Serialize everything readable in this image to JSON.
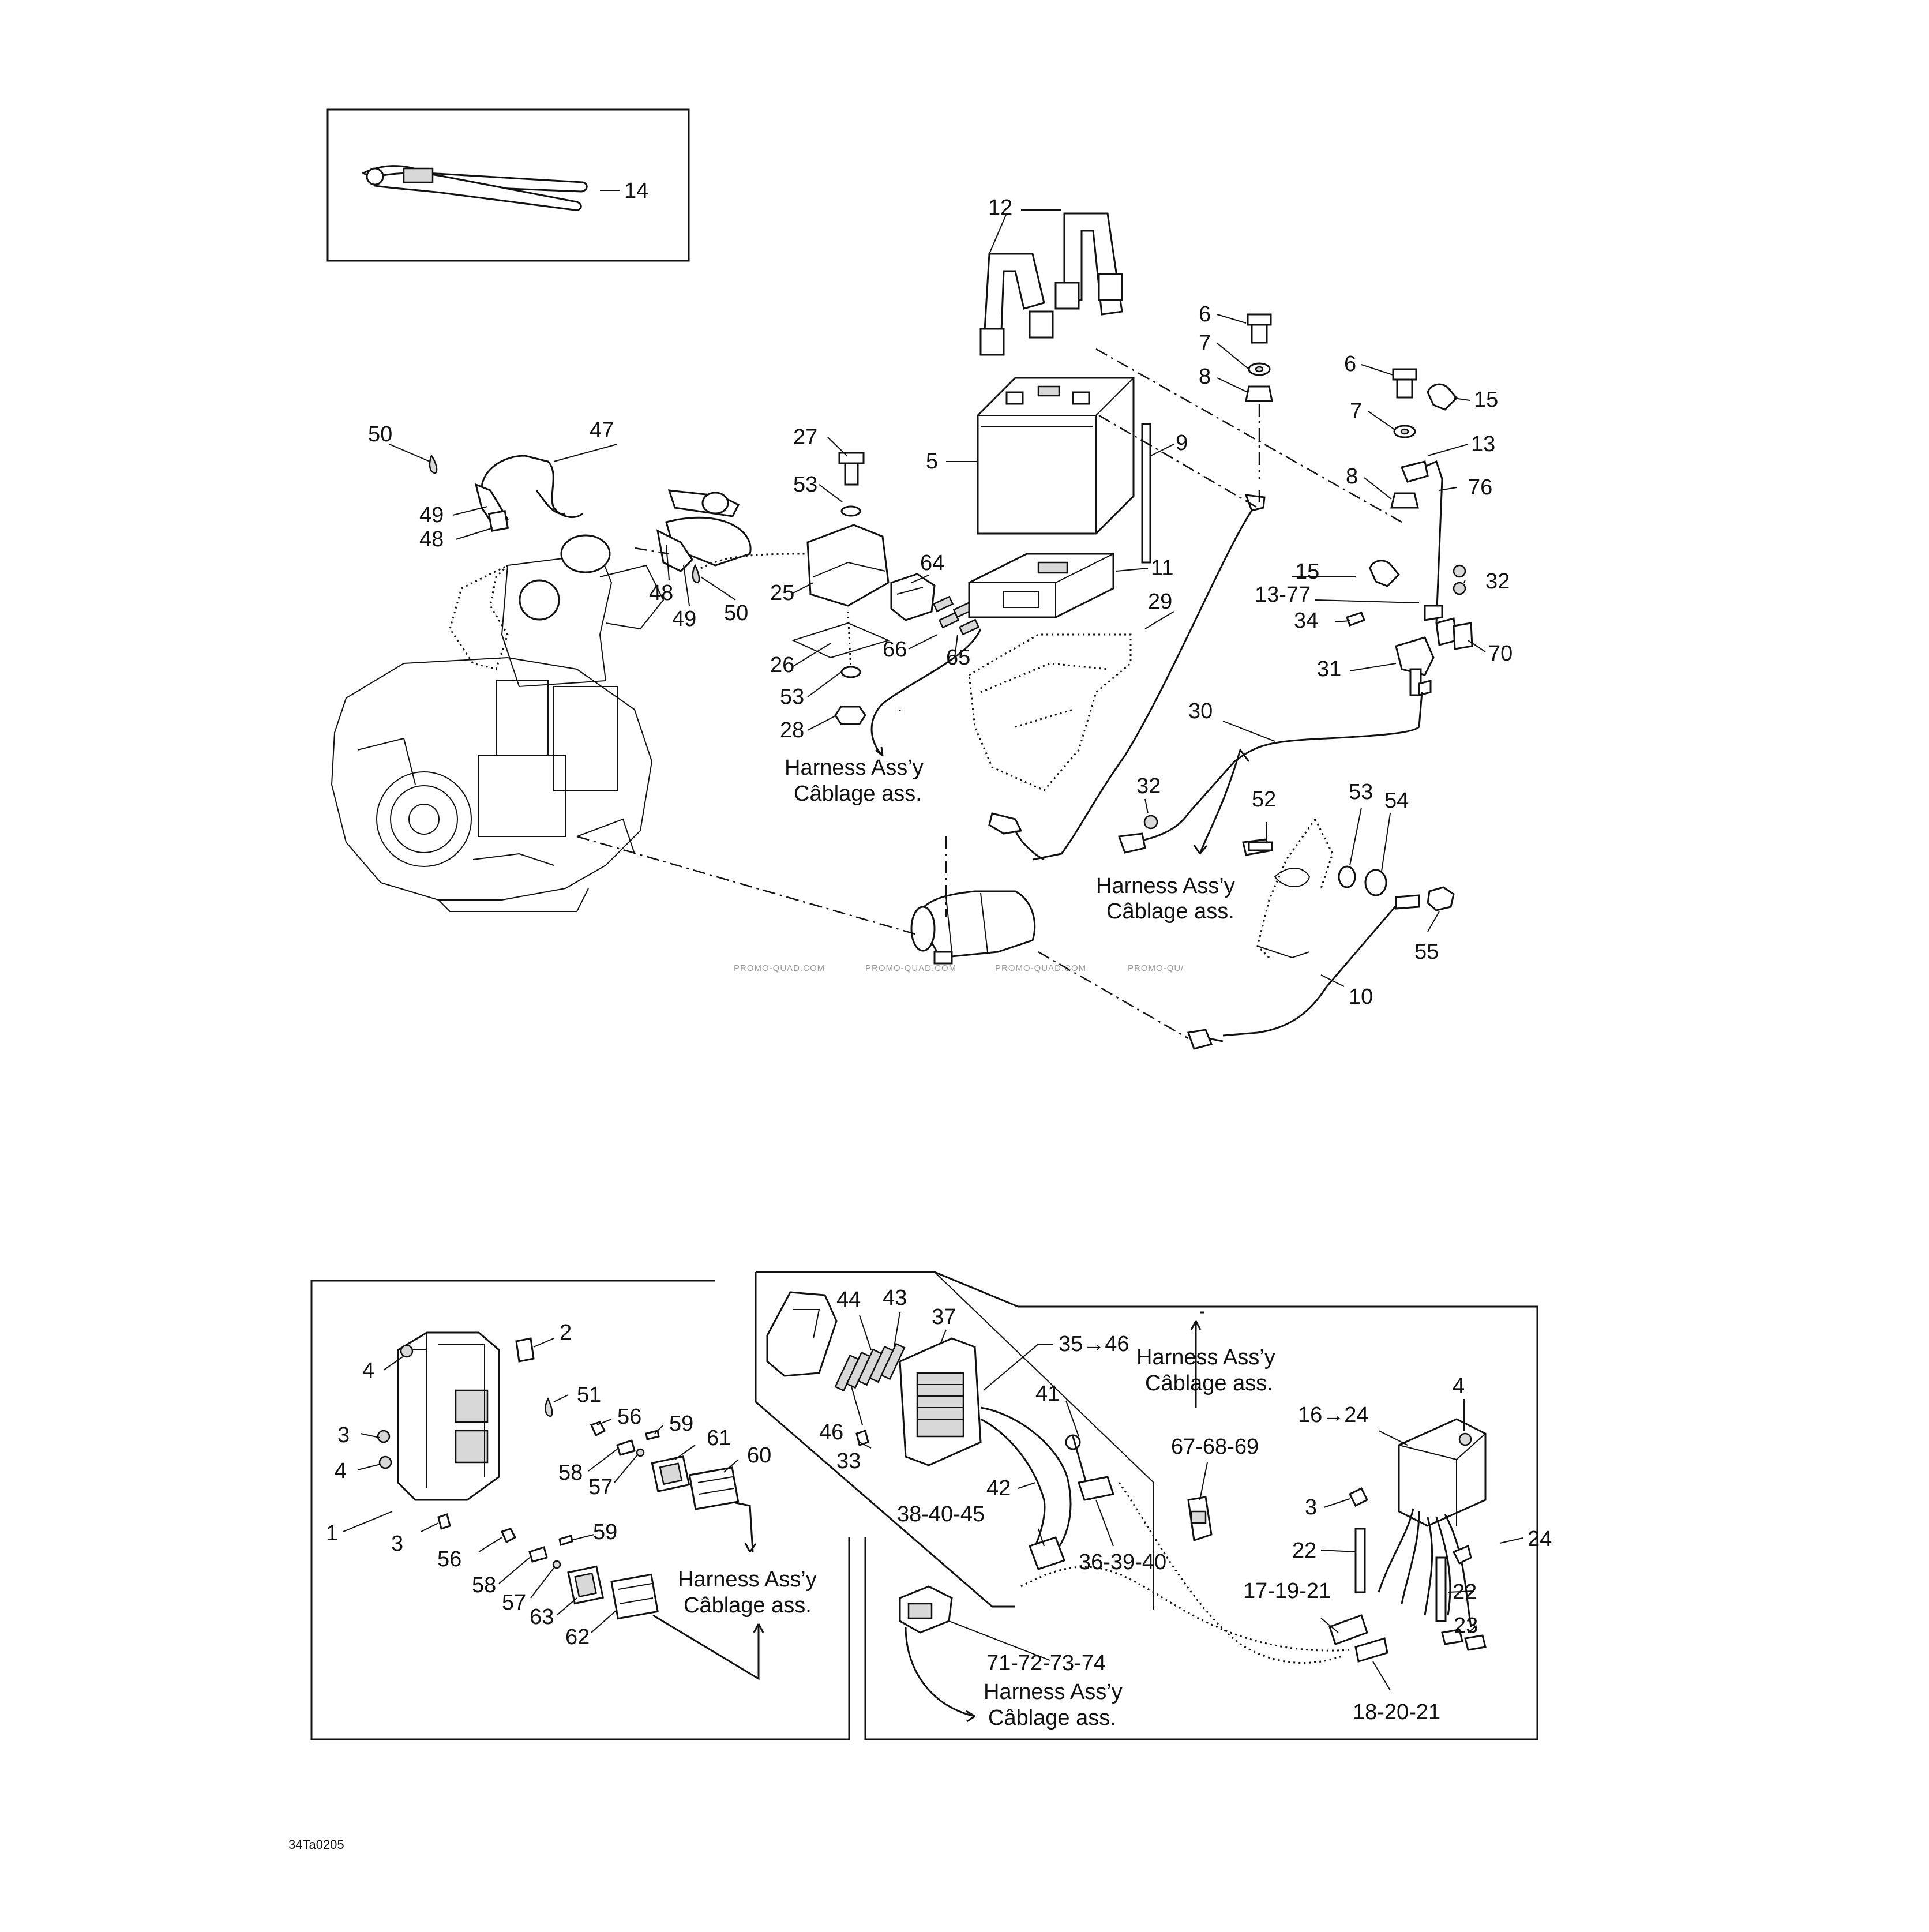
{
  "diagram": {
    "callouts": [
      "14",
      "12",
      "6",
      "7",
      "8",
      "6",
      "7",
      "8",
      "15",
      "13",
      "76",
      "9",
      "5",
      "27",
      "53",
      "25",
      "26",
      "53",
      "28",
      "64",
      "66",
      "65",
      "11",
      "29",
      "47",
      "50",
      "49",
      "48",
      "48",
      "49",
      "50",
      "15",
      "13-77",
      "34",
      "31",
      "32",
      "70",
      "30",
      "32",
      "52",
      "53",
      "54",
      "55",
      "10",
      "2",
      "4",
      "3",
      "4",
      "1",
      "3",
      "51",
      "56",
      "59",
      "58",
      "57",
      "61",
      "60",
      "56",
      "59",
      "58",
      "57",
      "63",
      "62",
      "44",
      "43",
      "37",
      "46",
      "33",
      "35→46",
      "41",
      "42",
      "38-40-45",
      "36-39-40",
      "71-72-73-74",
      "67-68-69",
      "16→24",
      "4",
      "3",
      "22",
      "24",
      "22",
      "17-19-21",
      "23",
      "18-20-21"
    ],
    "harness_label_en": "Harness Ass’y",
    "harness_label_fr": "Câblage ass.",
    "watermark": "PROMO-QUAD.COM",
    "watermark_cut": "PROMO-QU/",
    "figure_code": "34Ta0205"
  }
}
